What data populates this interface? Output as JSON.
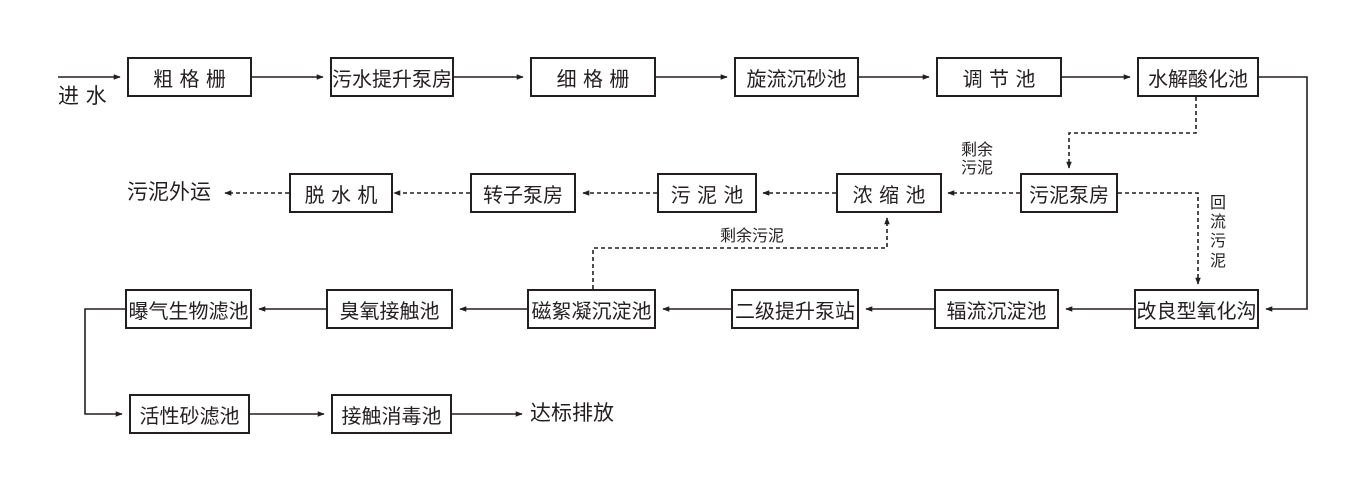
{
  "colors": {
    "stroke": "#231f20",
    "background": "#ffffff"
  },
  "labels": {
    "inlet": "进 水",
    "sludge_out": "污泥外运",
    "outlet": "达标排放",
    "excess_sludge_1": "剩余\n污泥",
    "excess_sludge_2": "剩余污泥",
    "return_sludge": "回流污泥"
  },
  "units": {
    "coarse_screen": "粗 格 栅",
    "lift_pump_house": "污水提升泵房",
    "fine_screen": "细 格 栅",
    "vortex_grit": "旋流沉砂池",
    "equalization": "调 节 池",
    "hydrolysis": "水解酸化池",
    "sludge_pump_house": "污泥泵房",
    "thickener": "浓 缩 池",
    "sludge_tank": "污 泥 池",
    "rotor_pump_house": "转子泵房",
    "dewatering": "脱 水 机",
    "oxidation_ditch": "改良型氧化沟",
    "radial_clarifier": "辐流沉淀池",
    "secondary_lift": "二级提升泵站",
    "magnetic_floc": "磁絮凝沉淀池",
    "ozone_contact": "臭氧接触池",
    "baf": "曝气生物滤池",
    "active_sand": "活性砂滤池",
    "disinfection": "接触消毒池"
  }
}
